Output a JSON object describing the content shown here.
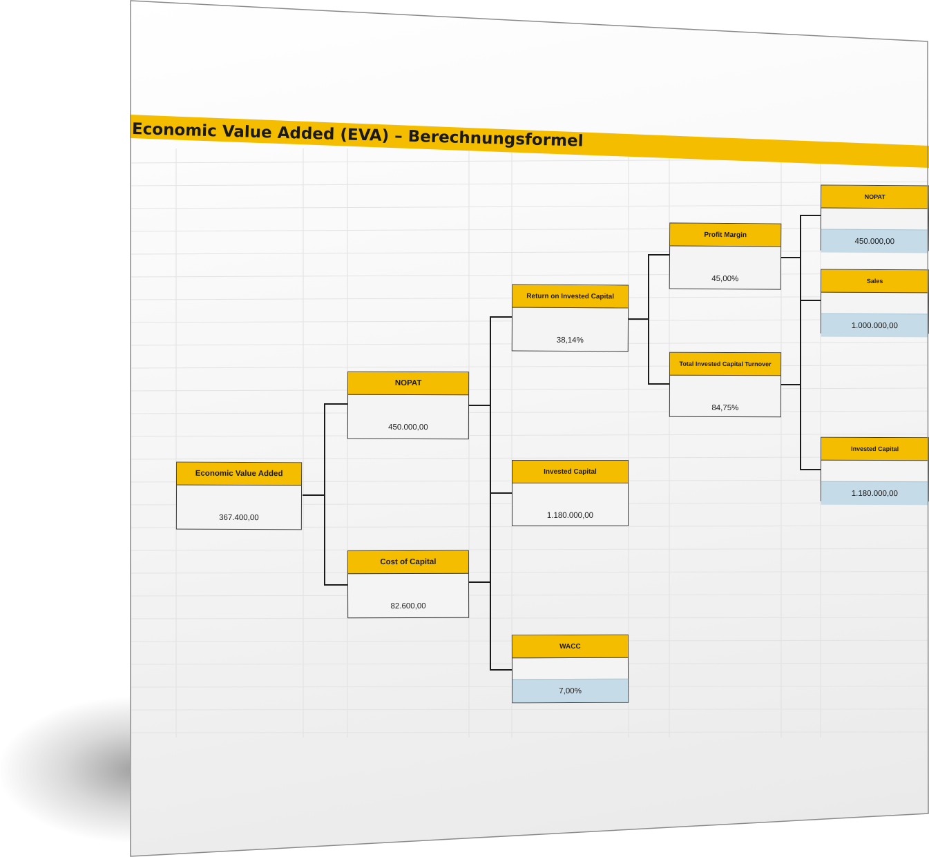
{
  "title": "Economic Value Added (EVA) – Berechnungsformel",
  "nodes": {
    "eva": {
      "label": "Economic Value Added",
      "value": "367.400,00"
    },
    "nopat": {
      "label": "NOPAT",
      "value": "450.000,00"
    },
    "coc": {
      "label": "Cost of Capital",
      "value": "82.600,00"
    },
    "roic": {
      "label": "Return on Invested Capital",
      "value": "38,14%"
    },
    "ic": {
      "label": "Invested Capital",
      "value": "1.180.000,00"
    },
    "wacc": {
      "label": "WACC",
      "value": "7,00%"
    },
    "pm": {
      "label": "Profit Margin",
      "value": "45,00%"
    },
    "tict": {
      "label": "Total Invested Capital Turnover",
      "value": "84,75%"
    },
    "nopat2": {
      "label": "NOPAT",
      "value": "450.000,00"
    },
    "sales": {
      "label": "Sales",
      "value": "1.000.000,00"
    },
    "ic2": {
      "label": "Invested Capital",
      "value": "1.180.000,00"
    }
  },
  "colors": {
    "header": "#f5bd00",
    "input": "#c5dbe8",
    "box": "#f4f4f4",
    "line": "#1a1a1a"
  }
}
